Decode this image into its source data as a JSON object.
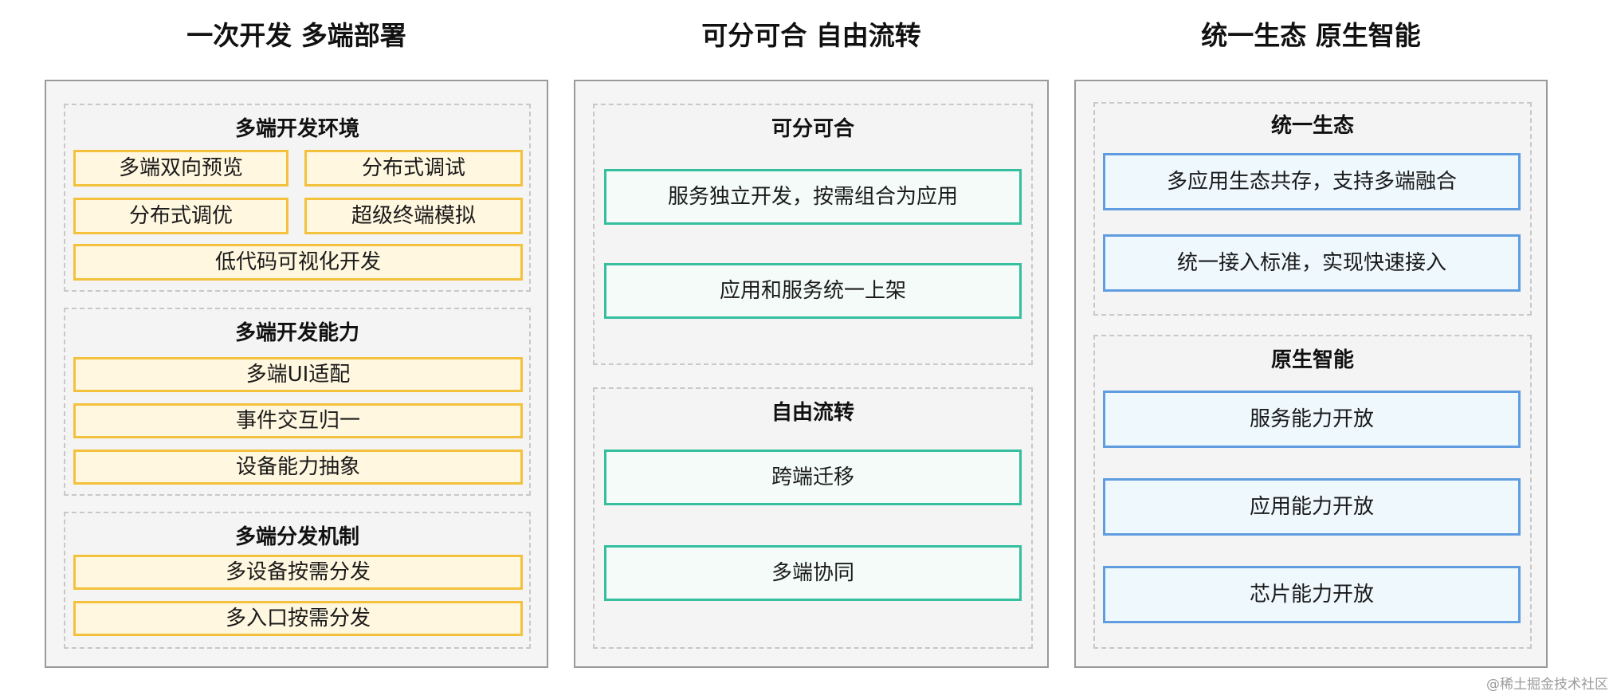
{
  "columns": [
    {
      "title": "一次开发 多端部署",
      "groups": [
        {
          "title": "多端开发环境",
          "items": [
            "多端双向预览",
            "分布式调试",
            "分布式调优",
            "超级终端模拟",
            "低代码可视化开发"
          ]
        },
        {
          "title": "多端开发能力",
          "items": [
            "多端UI适配",
            "事件交互归一",
            "设备能力抽象"
          ]
        },
        {
          "title": "多端分发机制",
          "items": [
            "多设备按需分发",
            "多入口按需分发"
          ]
        }
      ]
    },
    {
      "title": "可分可合 自由流转",
      "groups": [
        {
          "title": "可分可合",
          "items": [
            "服务独立开发，按需组合为应用",
            "应用和服务统一上架"
          ]
        },
        {
          "title": "自由流转",
          "items": [
            "跨端迁移",
            "多端协同"
          ]
        }
      ]
    },
    {
      "title": "统一生态 原生智能",
      "groups": [
        {
          "title": "统一生态",
          "items": [
            "多应用生态共存，支持多端融合",
            "统一接入标准，实现快速接入"
          ]
        },
        {
          "title": "原生智能",
          "items": [
            "服务能力开放",
            "应用能力开放",
            "芯片能力开放"
          ]
        }
      ]
    }
  ],
  "colors": {
    "yellow_border": "#f4c13c",
    "yellow_fill": "#fff7df",
    "green_border": "#35bf9f",
    "green_fill": "#f4fbf8",
    "blue_border": "#5f9de0",
    "blue_fill": "#eef8fd",
    "panel_border": "#9a9a9a",
    "group_border": "#c8c8c8"
  },
  "watermark": "@稀土掘金技术社区"
}
